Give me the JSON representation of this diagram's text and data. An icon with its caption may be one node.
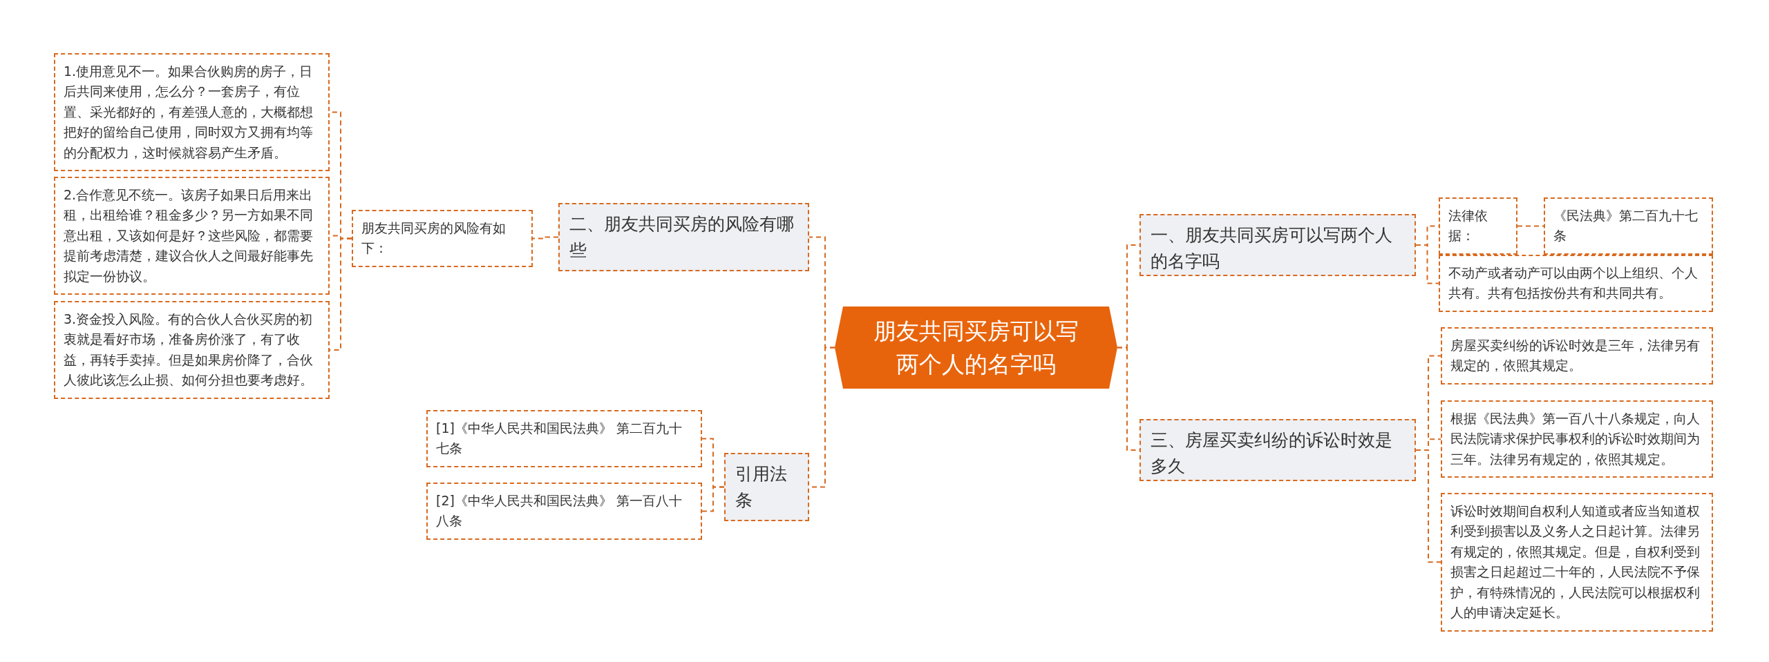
{
  "diagram": {
    "nodes": [
      {
        "text": [
          "朋友共同买房可以写两个人的名字吗"
        ]
      },
      {
        "text": [
          "一、朋友共同买房可以写两个人的名字吗"
        ]
      },
      {
        "text": [
          "法律依据："
        ]
      },
      {
        "text": [
          "《民法典》第二百九十七条"
        ]
      },
      {
        "text": [
          "不动产或者动产可以由两个以上组织、个人共有。共有包括按份共有和共同共有。"
        ]
      },
      {
        "text": [
          "三、房屋买卖纠纷的诉讼时效是多久"
        ]
      },
      {
        "text": [
          "房屋买卖纠纷的诉讼时效是三年，法律另有规定的，依照其规定。"
        ]
      },
      {
        "text": [
          "根据《民法典》第一百八十八条规定，向人民法院请求保护民事权利的诉讼时效期间为三年。法律另有规定的，依照其规定。"
        ]
      },
      {
        "text": [
          "诉讼时效期间自权利人知道或者应当知道权利受到损害以及义务人之日起计算。法律另有规定的，依照其规定。但是，自权利受到损害之日起超过二十年的，人民法院不予保护，有特殊情况的，人民法院可以根据权利人的申请决定延长。"
        ]
      },
      {
        "text": [
          "二、朋友共同买房的风险有哪些"
        ]
      },
      {
        "text": [
          "朋友共同买房的风险有如下："
        ]
      },
      {
        "text": [
          "1.使用意见不一。如果合伙购房的房子，日后共同来使用，怎么分？一套房子，有位置、采光都好的，有差强人意的，大概都想把好的留给自己使用，同时双方又拥有均等的分配权力，这时候就容易产生矛盾。"
        ]
      },
      {
        "text": [
          "2.合作意见不统一。该房子如果日后用来出租，出租给谁？租金多少？另一方如果不同意出租，又该如何是好？这些风险，都需要提前考虑清楚，建议合伙人之间最好能事先拟定一份协议。"
        ]
      },
      {
        "text": [
          "3.资金投入风险。有的合伙人合伙买房的初衷就是看好市场，准备房价涨了，有了收益，再转手卖掉。但是如果房价降了，合伙人彼此该怎么止损、如何分担也要考虑好。"
        ]
      },
      {
        "text": [
          "引用法条"
        ]
      },
      {
        "text": [
          "[1]《中华人民共和国民法典》 第二百九十七条"
        ]
      },
      {
        "text": [
          "[2]《中华人民共和国民法典》 第一百八十八条"
        ]
      }
    ],
    "edges": [
      {
        "from": 0,
        "to": 1,
        "arrow": "none"
      },
      {
        "from": 1,
        "to": 2,
        "arrow": "none"
      },
      {
        "from": 2,
        "to": 3,
        "arrow": "none"
      },
      {
        "from": 1,
        "to": 4,
        "arrow": "none"
      },
      {
        "from": 0,
        "to": 5,
        "arrow": "none"
      },
      {
        "from": 5,
        "to": 6,
        "arrow": "none"
      },
      {
        "from": 5,
        "to": 7,
        "arrow": "none"
      },
      {
        "from": 5,
        "to": 8,
        "arrow": "none"
      },
      {
        "from": 0,
        "to": 9,
        "arrow": "none"
      },
      {
        "from": 9,
        "to": 10,
        "arrow": "none"
      },
      {
        "from": 10,
        "to": 11,
        "arrow": "none"
      },
      {
        "from": 10,
        "to": 12,
        "arrow": "none"
      },
      {
        "from": 10,
        "to": 13,
        "arrow": "none"
      },
      {
        "from": 0,
        "to": 14,
        "arrow": "none"
      },
      {
        "from": 14,
        "to": 15,
        "arrow": "none"
      },
      {
        "from": 14,
        "to": 16,
        "arrow": "none"
      }
    ]
  }
}
